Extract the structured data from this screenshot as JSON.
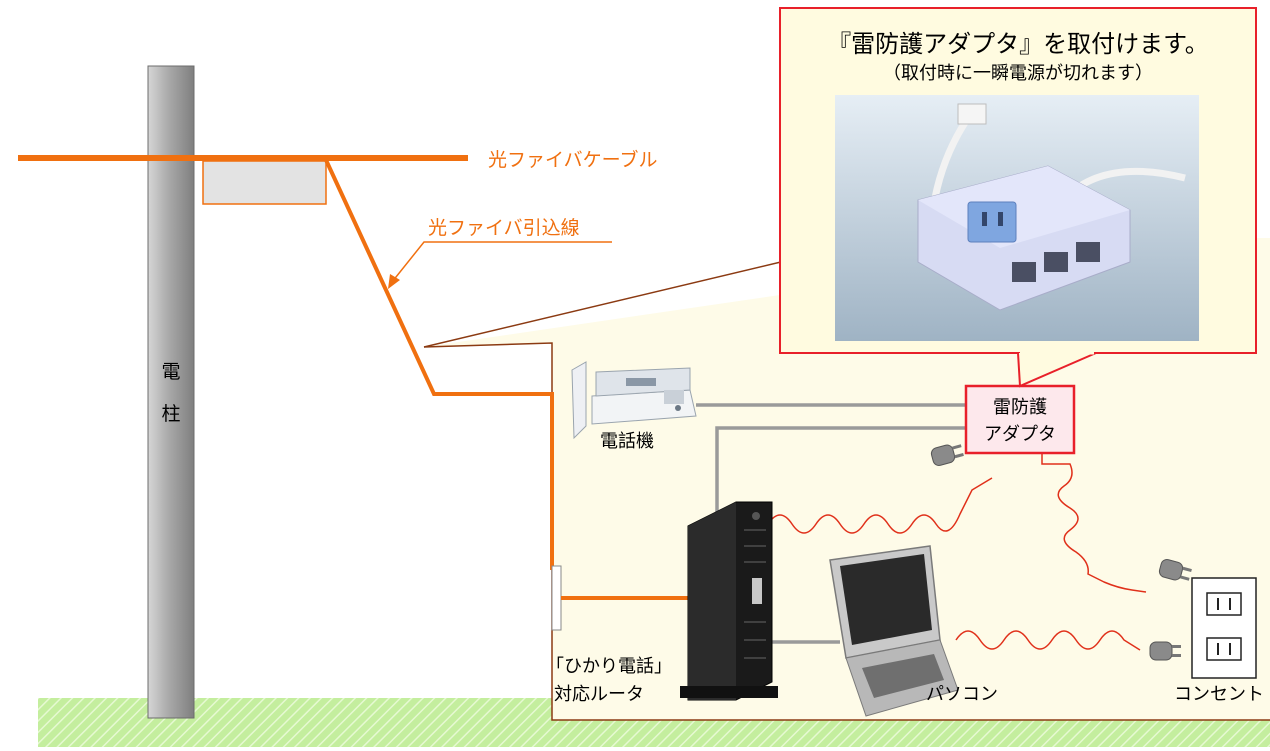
{
  "labels": {
    "fiber_cable": "光ファイバケーブル",
    "fiber_dropline": "光ファイバ引込線",
    "utility_pole_1": "電",
    "utility_pole_2": "柱",
    "telephone": "電話機",
    "adapter_line1": "雷防護",
    "adapter_line2": "アダプタ",
    "router_line1": "「ひかり電話」",
    "router_line2": "対応ルータ",
    "pc": "パソコン",
    "outlet": "コンセント"
  },
  "callout": {
    "title": "『雷防護アダプタ』を取付けます。",
    "subtitle": "（取付時に一瞬電源が切れます）"
  },
  "colors": {
    "fiber": "#f07010",
    "callout_border": "#e8202a",
    "house_fill": "#fefbe8",
    "callout_fill": "#fffbe0",
    "grass": "#c4ee9e",
    "house_outline": "#8b3a12",
    "cable_gray": "#9a9a9a",
    "power_cord": "#e0301a"
  }
}
